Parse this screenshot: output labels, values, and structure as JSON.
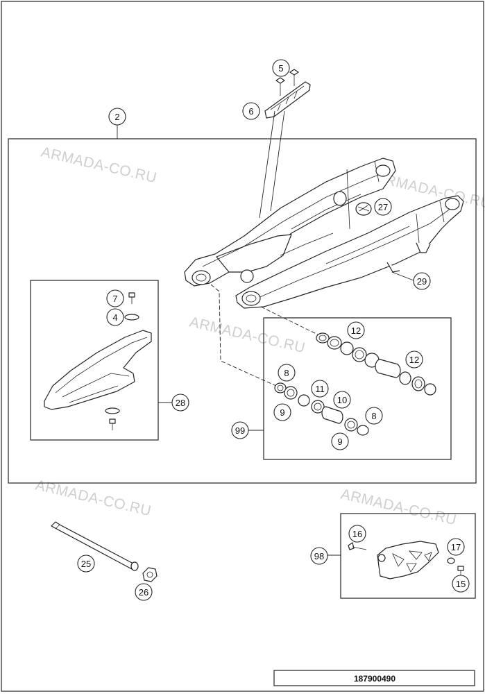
{
  "watermark": "ARMADA-CO.RU",
  "drawing_code": "187900490",
  "callouts": {
    "c2": "2",
    "c4": "4",
    "c5": "5",
    "c6": "6",
    "c7": "7",
    "c8a": "8",
    "c8b": "8",
    "c9a": "9",
    "c9b": "9",
    "c10": "10",
    "c11": "11",
    "c12a": "12",
    "c12b": "12",
    "c15": "15",
    "c16": "16",
    "c17": "17",
    "c25": "25",
    "c26": "26",
    "c27": "27",
    "c28": "28",
    "c29": "29",
    "c98": "98",
    "c99": "99"
  }
}
